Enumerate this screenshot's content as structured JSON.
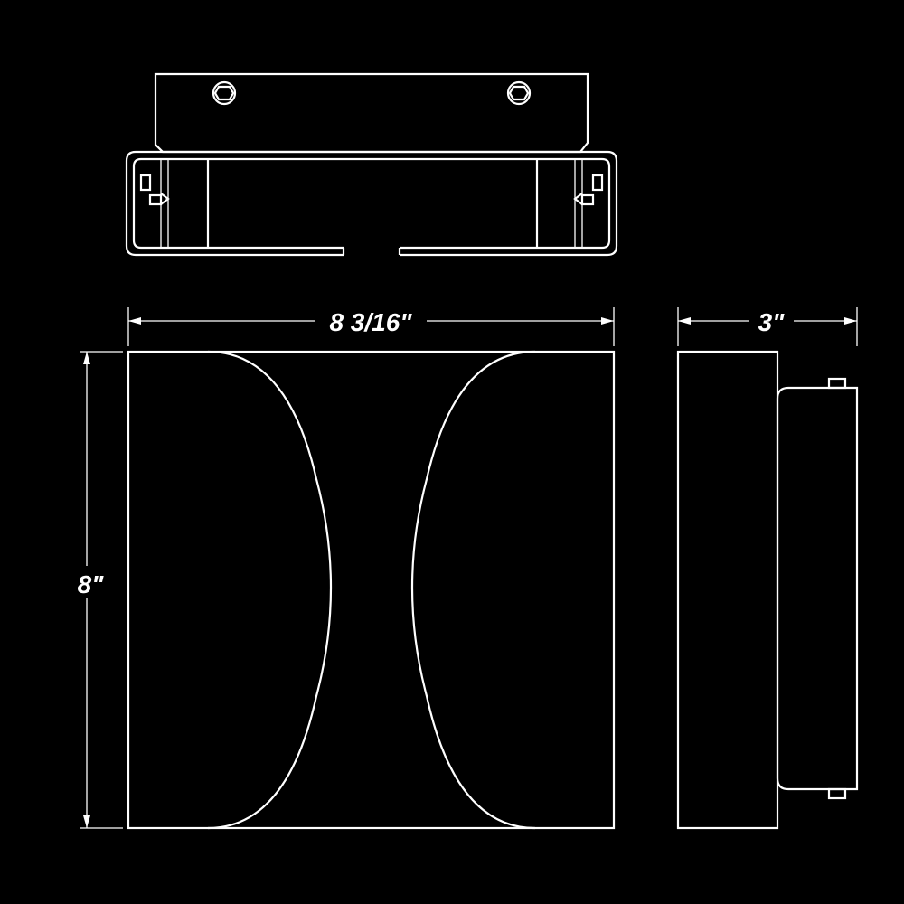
{
  "diagram": {
    "background_color": "#000000",
    "line_color": "#ffffff",
    "dimensions": {
      "width": "8 3/16\"",
      "height": "8\"",
      "depth": "3\""
    }
  }
}
